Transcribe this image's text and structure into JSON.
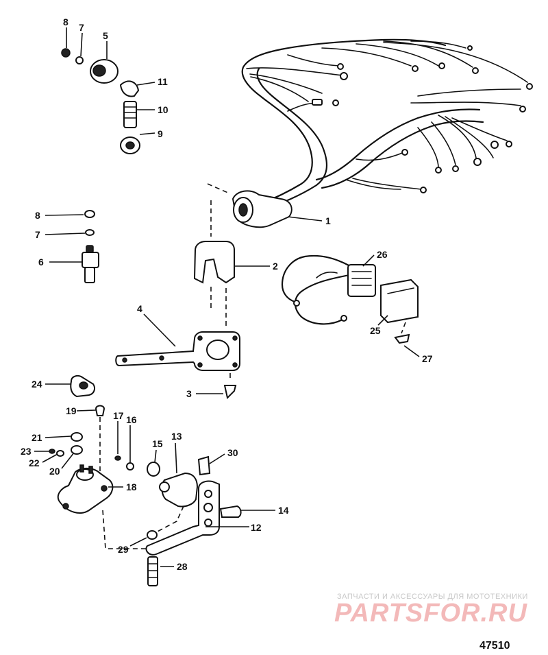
{
  "diagram": {
    "callouts": [
      "1",
      "2",
      "3",
      "4",
      "5",
      "6",
      "7",
      "7",
      "8",
      "8",
      "9",
      "10",
      "11",
      "12",
      "13",
      "14",
      "15",
      "16",
      "17",
      "18",
      "19",
      "20",
      "21",
      "22",
      "23",
      "24",
      "25",
      "26",
      "27",
      "28",
      "29",
      "30"
    ],
    "drawing_number": "47510",
    "watermark": {
      "tagline": "ЗАПЧАСТИ И АКСЕССУАРЫ ДЛЯ МОТОТЕХНИКИ",
      "logo": "PARTSFOR.RU"
    },
    "colors": {
      "ink": "#111111",
      "watermark": "#f3b9b9",
      "background": "#ffffff"
    }
  }
}
